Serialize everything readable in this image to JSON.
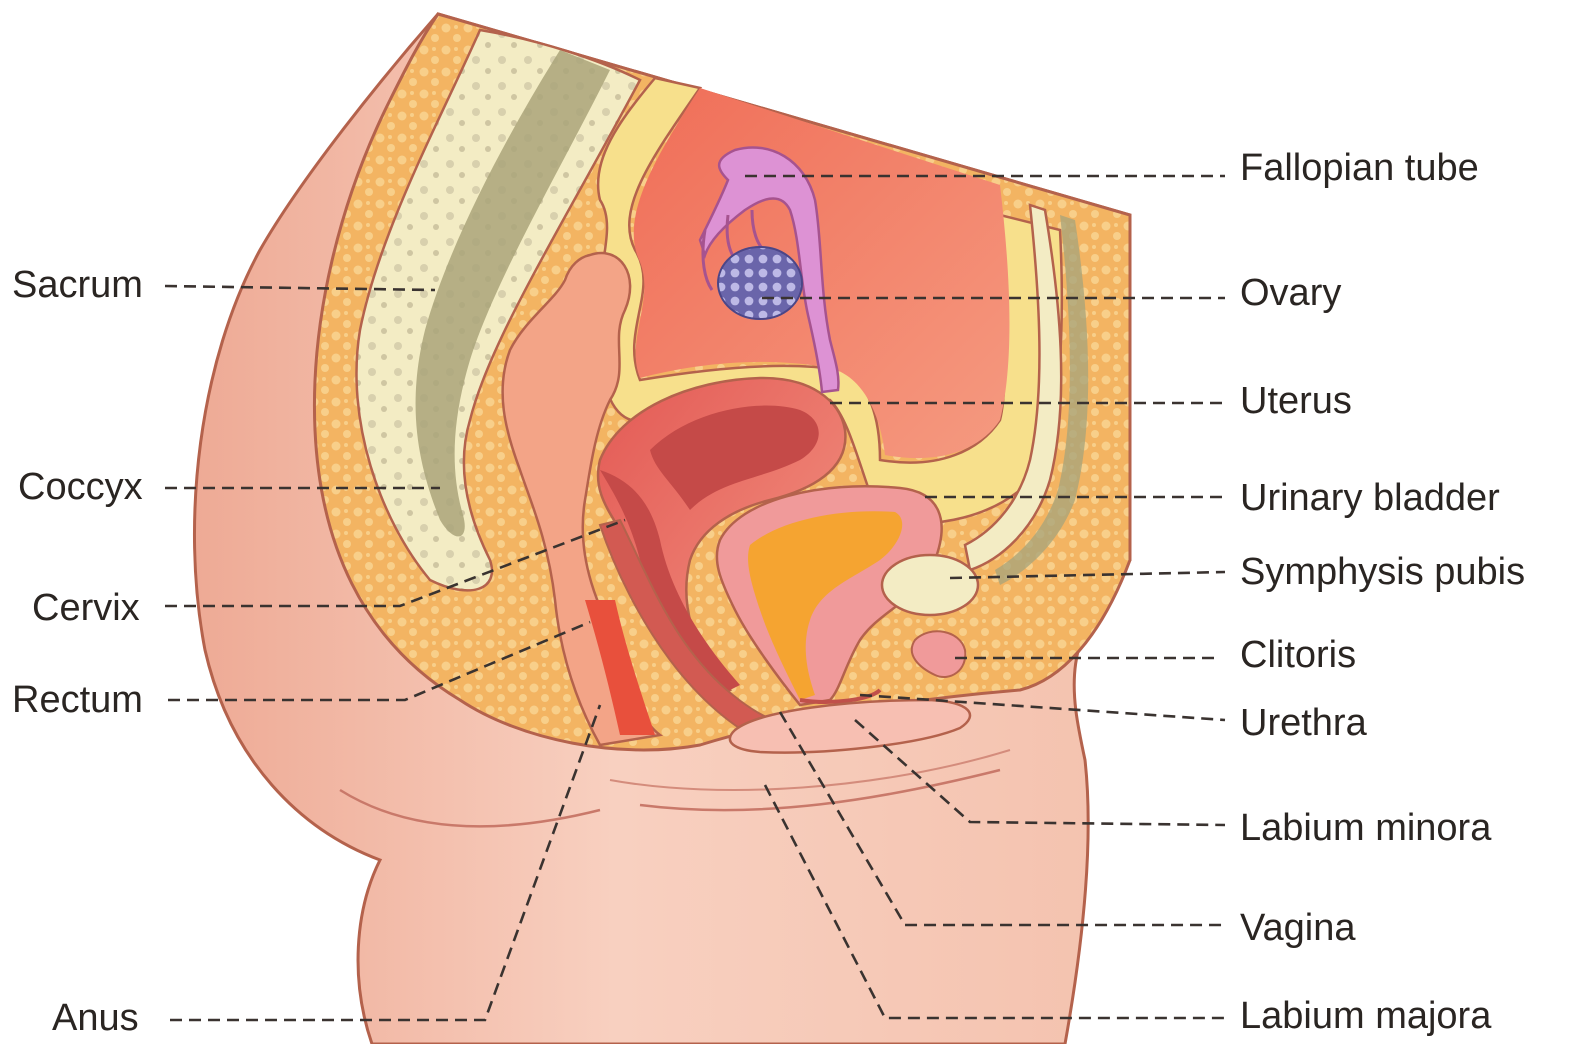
{
  "colors": {
    "skin": "#f6c6b3",
    "skin_edge": "#b4624c",
    "fat": "#f3b462",
    "fat_dots": "#f8cf8a",
    "bone": "#f3ecc4",
    "marrow": "#aaa57a",
    "peritoneum": "#f7e08c",
    "cavity": "#ee7b64",
    "uterus": "#e86f67",
    "uterus_dark": "#c54a48",
    "bladder": "#f09a9a",
    "bladder_inner": "#f5a431",
    "tube": "#dd92d4",
    "ovary": "#6a65aa",
    "label_text": "#2a2522",
    "leader_line": "#3a3330"
  },
  "labels": {
    "left": {
      "sacrum": "Sacrum",
      "coccyx": "Coccyx",
      "cervix": "Cervix",
      "rectum": "Rectum",
      "anus": "Anus"
    },
    "right": {
      "fallopian_tube": "Fallopian tube",
      "ovary": "Ovary",
      "uterus": "Uterus",
      "urinary_bladder": "Urinary bladder",
      "symphysis_pubis": "Symphysis pubis",
      "clitoris": "Clitoris",
      "urethra": "Urethra",
      "labium_minora": "Labium minora",
      "vagina": "Vagina",
      "labium_majora": "Labium majora"
    }
  }
}
